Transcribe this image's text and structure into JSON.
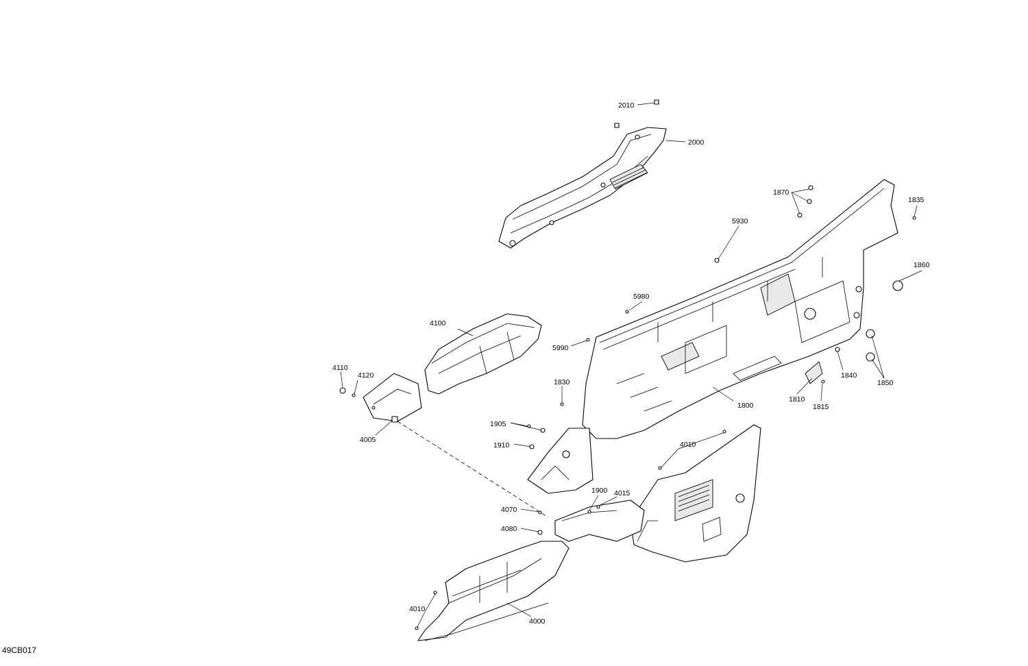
{
  "diagram_ref": "49CB017",
  "callouts": [
    {
      "id": "p2010",
      "label": "2010"
    },
    {
      "id": "p2000",
      "label": "2000"
    },
    {
      "id": "p1870",
      "label": "1870"
    },
    {
      "id": "p1835",
      "label": "1835"
    },
    {
      "id": "p5930",
      "label": "5930"
    },
    {
      "id": "p1860",
      "label": "1860"
    },
    {
      "id": "p5980",
      "label": "5980"
    },
    {
      "id": "p4100",
      "label": "4100"
    },
    {
      "id": "p5990",
      "label": "5990"
    },
    {
      "id": "p4110",
      "label": "4110"
    },
    {
      "id": "p4120",
      "label": "4120"
    },
    {
      "id": "p1830",
      "label": "1830"
    },
    {
      "id": "p1840",
      "label": "1840"
    },
    {
      "id": "p1850",
      "label": "1850"
    },
    {
      "id": "p1810",
      "label": "1810"
    },
    {
      "id": "p1815",
      "label": "1815"
    },
    {
      "id": "p1800",
      "label": "1800"
    },
    {
      "id": "p4005",
      "label": "4005"
    },
    {
      "id": "p1905",
      "label": "1905"
    },
    {
      "id": "p1910",
      "label": "1910"
    },
    {
      "id": "p4010a",
      "label": "4010"
    },
    {
      "id": "p1900",
      "label": "1900"
    },
    {
      "id": "p4015",
      "label": "4015"
    },
    {
      "id": "p4070",
      "label": "4070"
    },
    {
      "id": "p4080",
      "label": "4080"
    },
    {
      "id": "p4010b",
      "label": "4010"
    },
    {
      "id": "p4000",
      "label": "4000"
    }
  ]
}
